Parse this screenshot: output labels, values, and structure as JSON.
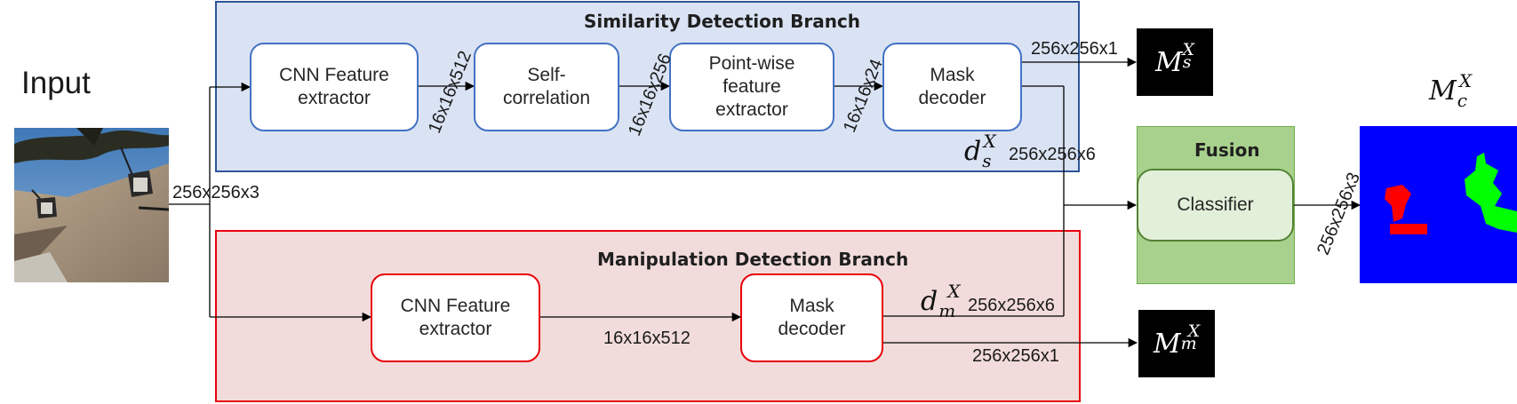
{
  "input": {
    "label": "Input",
    "dim": "256x256x3"
  },
  "similarity_branch": {
    "title": "Similarity Detection Branch",
    "nodes": [
      {
        "id": "cnn-feature-extractor",
        "label": "CNN Feature\nextractor"
      },
      {
        "id": "self-correlation",
        "label": "Self-\ncorrelation"
      },
      {
        "id": "point-wise-feature-extractor",
        "label": "Point-wise\nfeature\nextractor"
      },
      {
        "id": "mask-decoder",
        "label": "Mask\ndecoder"
      }
    ],
    "edge_dims": [
      "16x16x512",
      "16x16x256",
      "16x16x24"
    ],
    "mask_output_dim": "256x256x1",
    "mask_output": {
      "base": "M",
      "sub": "s",
      "sup": "X"
    },
    "feature_symbol": {
      "base": "d",
      "sub": "s",
      "sup": "X"
    },
    "feature_dim": "256x256x6"
  },
  "manipulation_branch": {
    "title": "Manipulation Detection Branch",
    "nodes": [
      {
        "id": "cnn-feature-extractor",
        "label": "CNN Feature\nextractor"
      },
      {
        "id": "mask-decoder",
        "label": "Mask\ndecoder"
      }
    ],
    "edge_dim": "16x16x512",
    "mask_output_dim": "256x256x1",
    "mask_output": {
      "base": "M",
      "sub": "m",
      "sup": "X"
    },
    "feature_symbol": {
      "base": "d",
      "sub": "m",
      "sup": "X"
    },
    "feature_dim": "256x256x6"
  },
  "fusion": {
    "title": "Fusion",
    "classifier_label": "Classifier",
    "output_dim": "256x256x3",
    "output": {
      "base": "M",
      "sub": "c",
      "sup": "X"
    }
  },
  "colors": {
    "similarity_fill": "#dae3f3",
    "similarity_border": "#2f5597",
    "manipulation_fill": "#f2dcdb",
    "manipulation_border": "#e8000b",
    "fusion_fill": "#a9d18e",
    "fusion_border": "#70ad47",
    "mask_blue": "#0000ff",
    "mask_red": "#ff0000",
    "mask_green": "#00ff00"
  }
}
